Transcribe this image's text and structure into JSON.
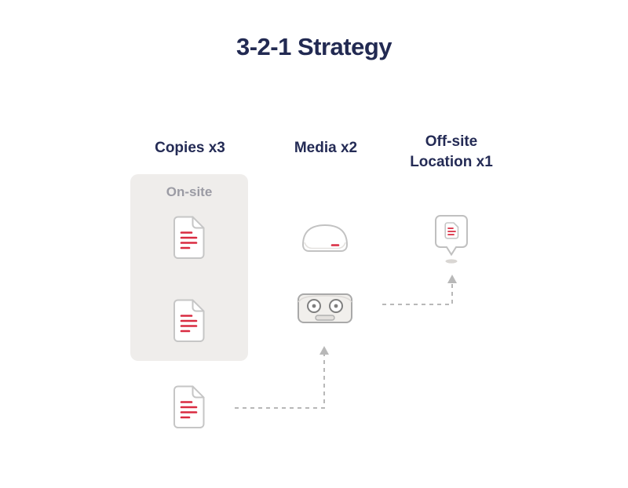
{
  "title": "3-2-1 Strategy",
  "columns": [
    {
      "id": "copies",
      "label": "Copies x3"
    },
    {
      "id": "media",
      "label": "Media x2"
    },
    {
      "id": "offsite",
      "label": "Off-site Location x1"
    }
  ],
  "onsite": {
    "label": "On-site"
  },
  "icons": {
    "copies_column": [
      "document-icon",
      "document-icon",
      "document-icon"
    ],
    "media_column": [
      "hard-drive-icon",
      "tape-cartridge-icon"
    ],
    "offsite_column": [
      "location-pin-document-icon"
    ],
    "connectors": [
      "dashed-arrow-up",
      "dashed-arrow-up"
    ]
  },
  "colors": {
    "heading_navy": "#242b55",
    "accent_red": "#d92b41",
    "panel_bg": "#efedeb",
    "muted_text": "#9b9ba4",
    "icon_stroke": "#c6c6c6",
    "arrow_gray": "#b8b8b8"
  }
}
